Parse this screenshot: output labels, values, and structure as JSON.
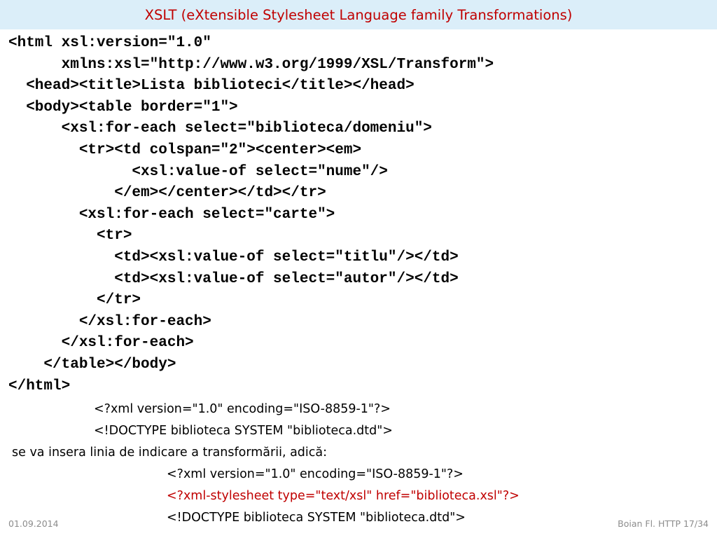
{
  "slide": {
    "title": "XSLT (eXtensible Stylesheet Language family Transformations)",
    "code_lines": [
      "<html xsl:version=\"1.0\"",
      "      xmlns:xsl=\"http://www.w3.org/1999/XSL/Transform\">",
      "  <head><title>Lista biblioteci</title></head>",
      "  <body><table border=\"1\">",
      "      <xsl:for-each select=\"biblioteca/domeniu\">",
      "        <tr><td colspan=\"2\"><center><em>",
      "              <xsl:value-of select=\"nume\"/>",
      "            </em></center></td></tr>",
      "        <xsl:for-each select=\"carte\">",
      "          <tr>",
      "            <td><xsl:value-of select=\"titlu\"/></td>",
      "            <td><xsl:value-of select=\"autor\"/></td>",
      "          </tr>",
      "        </xsl:for-each>",
      "      </xsl:for-each>",
      "    </table></body>",
      "</html>"
    ],
    "decl_before": {
      "xml_decl": "<?xml version=\"1.0\" encoding=\"ISO-8859-1\"?>",
      "doctype": "<!DOCTYPE biblioteca SYSTEM \"biblioteca.dtd\">"
    },
    "explanation": "se va insera linia de indicare a transformării, adică:",
    "decl_after": {
      "xml_decl": "<?xml version=\"1.0\" encoding=\"ISO-8859-1\"?>",
      "stylesheet": "<?xml-stylesheet type=\"text/xsl\" href=\"biblioteca.xsl\"?>",
      "doctype": "<!DOCTYPE biblioteca SYSTEM \"biblioteca.dtd\">"
    },
    "footer": {
      "date": "01.09.2014",
      "page": "Boian Fl. HTTP 17/34"
    },
    "colors": {
      "title_text": "#c00000",
      "title_background": "#dbeef9",
      "highlight_text": "#c00000",
      "footer_text": "#8c8c8c"
    }
  }
}
